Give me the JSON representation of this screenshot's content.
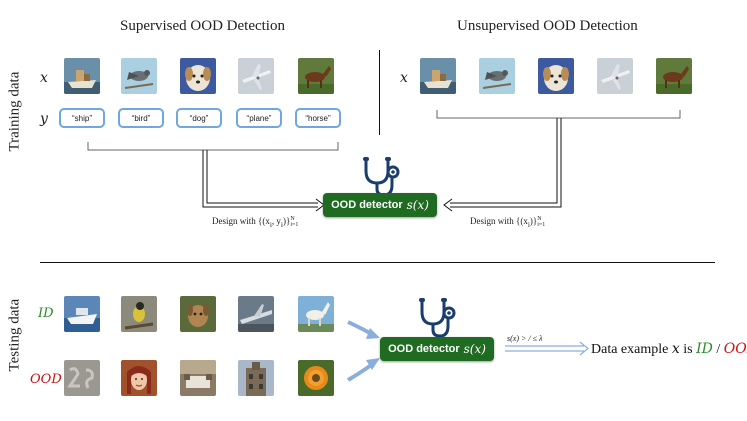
{
  "titles": {
    "supervised": "Supervised OOD Detection",
    "unsupervised": "Unsupervised OOD Detection"
  },
  "side_labels": {
    "training": "Training data",
    "testing": "Testing data"
  },
  "row_vars": {
    "x": "x",
    "y": "y"
  },
  "labels": [
    "“ship”",
    "“bird”",
    "“dog”",
    "“plane”",
    "“horse”"
  ],
  "detector": {
    "label": "OOD detector",
    "fn": "s(x)"
  },
  "design_supervised": {
    "prefix": "Design with ",
    "set": "{(x",
    "sub_i": "i",
    "mid": ", y",
    "sub_i2": "i",
    "close": ")}",
    "sup": "N",
    "sub": "i=1"
  },
  "design_unsupervised": {
    "prefix": "Design with ",
    "set": "{(x",
    "sub_i": "i",
    "close": ")}",
    "sup": "N",
    "sub": "i=1"
  },
  "testing": {
    "id_tag": "ID",
    "ood_tag": "OOD",
    "threshold_text": "s(x) > / ≤ λ",
    "result_prefix": "Data example ",
    "result_x": "x",
    "result_is": " is ",
    "result_id": "ID",
    "result_sep": " / ",
    "result_ood": "OOD",
    "result_end": "."
  },
  "colors": {
    "detector_bg": "#1f6b21",
    "label_border": "#6fa7de",
    "id_green": "#2a8a2a",
    "ood_red": "#cc1111",
    "stethoscope": "#1a3d6e",
    "arrow_blue": "#8aaedb"
  }
}
